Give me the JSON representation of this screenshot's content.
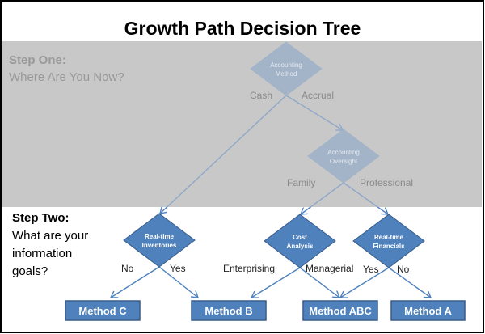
{
  "title": "Growth Path Decision Tree",
  "step_one": {
    "heading": "Step One:",
    "text": "Where Are You Now?"
  },
  "step_two": {
    "heading": "Step Two:",
    "lines": [
      "What are your",
      "information",
      "goals?"
    ]
  },
  "colors": {
    "node": "#4f81bd",
    "node_border": "#385d8a",
    "overlay": "#c8c8c8",
    "line": "#4f81bd"
  },
  "nodes": [
    {
      "id": "accounting-method",
      "lines": [
        "Accounting",
        "Method"
      ]
    },
    {
      "id": "accounting-oversight",
      "lines": [
        "Accounting",
        "Oversight"
      ]
    },
    {
      "id": "real-time-inventories",
      "lines": [
        "Real-time",
        "Inventories"
      ]
    },
    {
      "id": "cost-analysis",
      "lines": [
        "Cost",
        "Analysis"
      ]
    },
    {
      "id": "real-time-financials",
      "lines": [
        "Real-time",
        "Financials"
      ]
    }
  ],
  "outcomes": [
    "Method C",
    "Method B",
    "Method ABC",
    "Method A"
  ],
  "edge_labels": [
    "Cash",
    "Accrual",
    "Family",
    "Professional",
    "No",
    "Yes",
    "Enterprising",
    "Managerial",
    "Yes",
    "No"
  ]
}
